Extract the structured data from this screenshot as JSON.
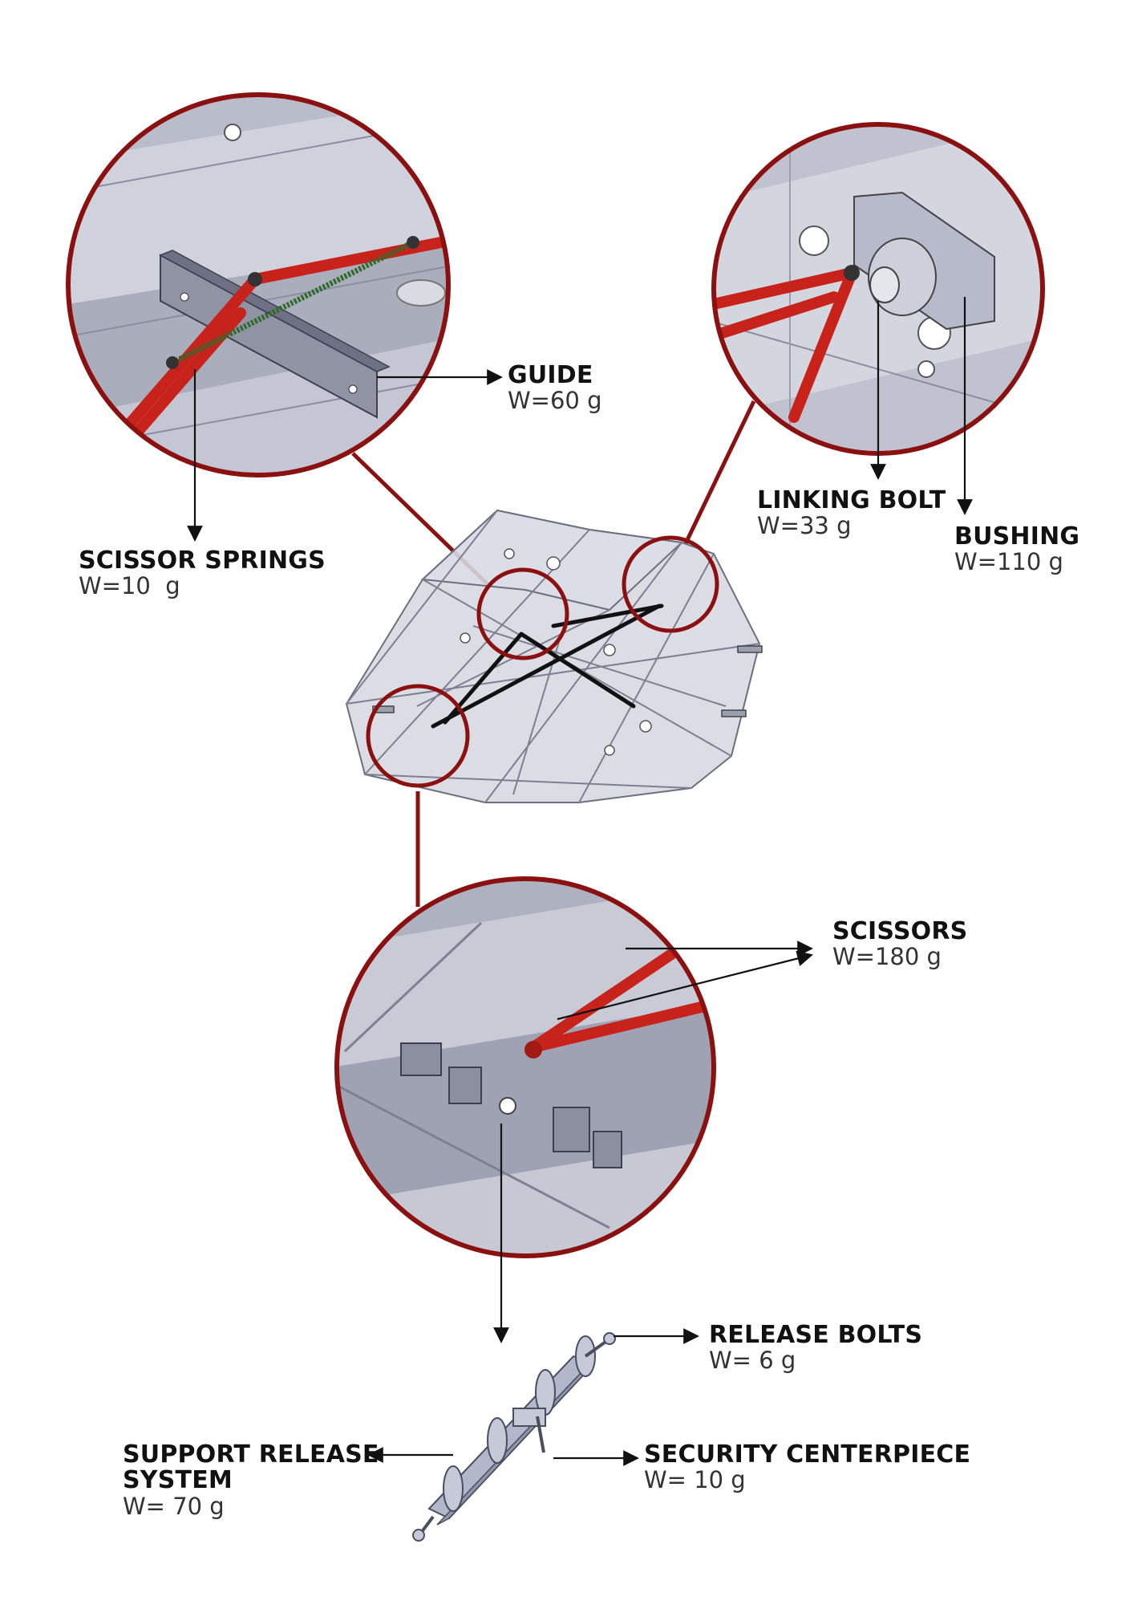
{
  "colors": {
    "accent": "#8b1010",
    "scissor": "#cf2a20",
    "spring": "#2f6b2a",
    "frame": "#8f94a6",
    "text": "#111111"
  },
  "callouts": {
    "guide": {
      "name": "GUIDE",
      "weight": "W=60 g"
    },
    "scissor_springs": {
      "name": "SCISSOR SPRINGS",
      "weight": "W=10  g"
    },
    "linking_bolt": {
      "name": "LINKING BOLT",
      "weight": "W=33 g"
    },
    "bushing": {
      "name": "BUSHING",
      "weight": "W=110 g"
    },
    "scissors": {
      "name": "SCISSORS",
      "weight": "W=180 g"
    },
    "release_bolts": {
      "name": "RELEASE BOLTS",
      "weight": "W= 6 g"
    },
    "support_release_system": {
      "name": "SUPPORT RELEASE\nSYSTEM",
      "weight": "W= 70 g"
    },
    "security_centerpiece": {
      "name": "SECURITY CENTERPIECE",
      "weight": "W= 10 g"
    }
  }
}
